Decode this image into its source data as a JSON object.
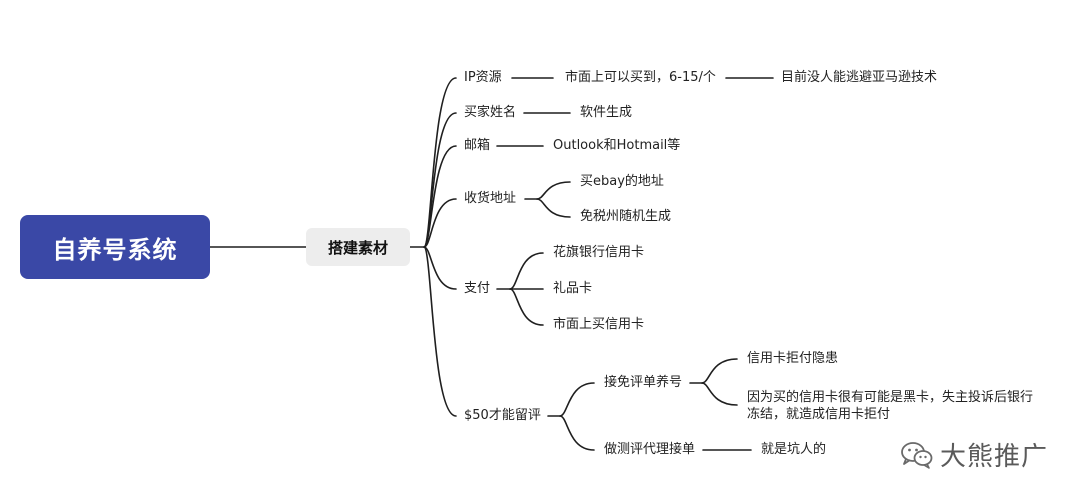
{
  "root": {
    "label": "自养号系统"
  },
  "hub": {
    "label": "搭建素材"
  },
  "branches": {
    "ip": {
      "label": "IP资源",
      "child": "市面上可以买到，6-15/个",
      "grandchild": "目前没人能逃避亚马逊技术"
    },
    "buyer_name": {
      "label": "买家姓名",
      "child": "软件生成"
    },
    "email": {
      "label": "邮箱",
      "child": "Outlook和Hotmail等"
    },
    "address": {
      "label": "收货地址",
      "children": [
        "买ebay的地址",
        "免税州随机生成"
      ]
    },
    "payment": {
      "label": "支付",
      "children": [
        "花旗银行信用卡",
        "礼品卡",
        "市面上买信用卡"
      ]
    },
    "review": {
      "label": "$50才能留评",
      "children": [
        {
          "label": "接免评单养号",
          "children": [
            "信用卡拒付隐患",
            "因为买的信用卡很有可能是黑卡，失主投诉后银行冻结，就造成信用卡拒付"
          ]
        },
        {
          "label": "做测评代理接单",
          "child": "就是坑人的"
        }
      ]
    }
  },
  "watermark": {
    "text": "大熊推广",
    "icon": "wechat-icon"
  },
  "colors": {
    "root_bg": "#3a48a6",
    "hub_bg": "#ededed",
    "line": "#1f1f1f"
  }
}
